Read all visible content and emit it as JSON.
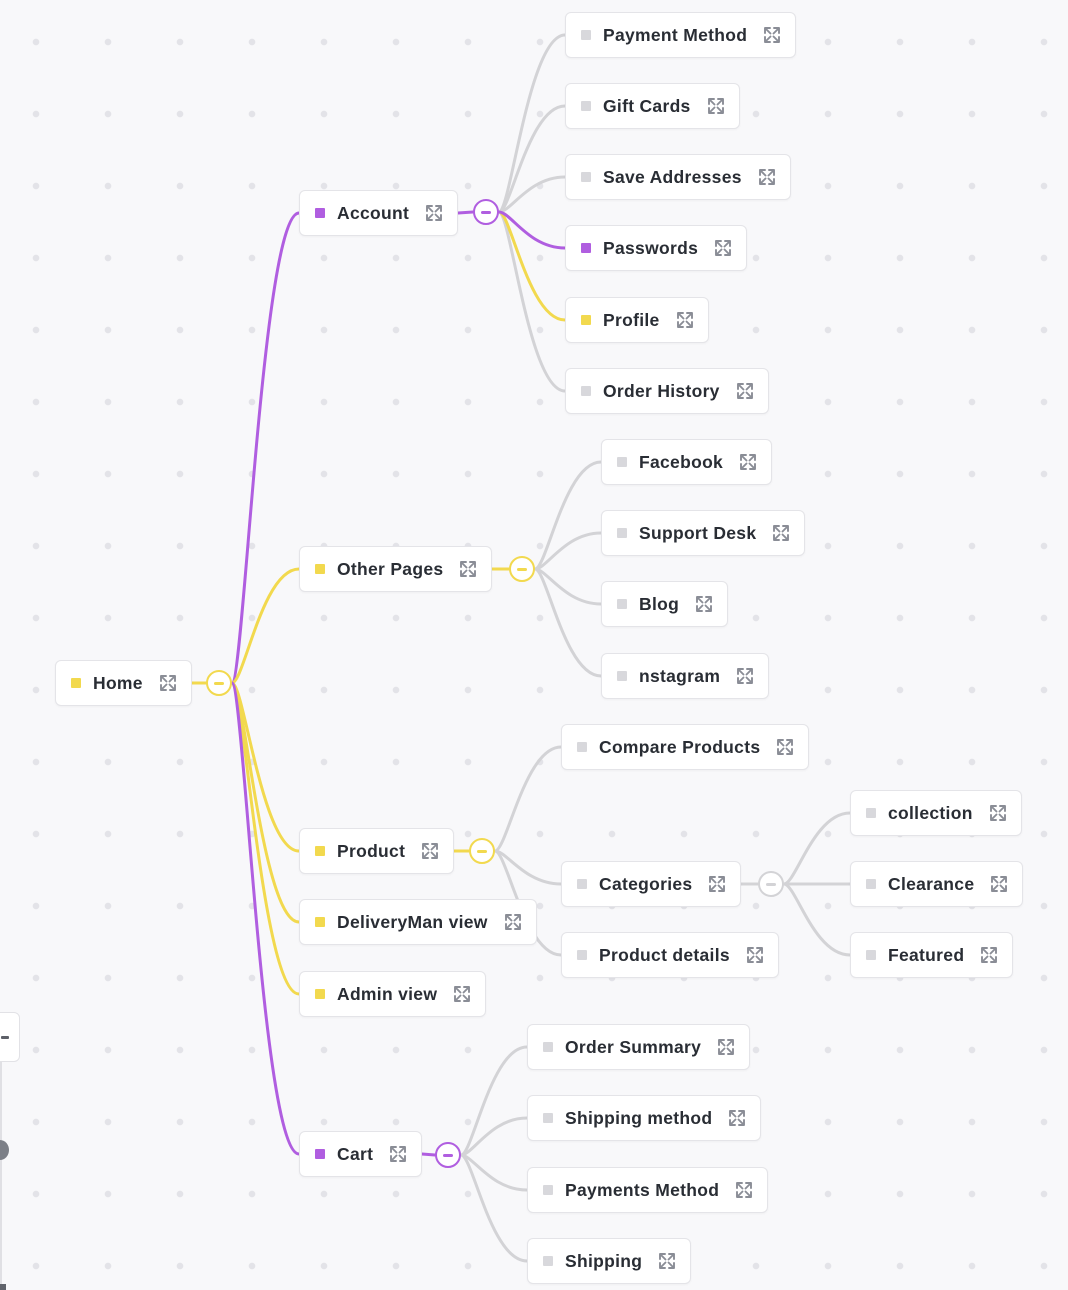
{
  "colors": {
    "purple": "#b05ee0",
    "yellow": "#f2d94e",
    "gray": "#d3d3d6",
    "expand_icon": "#8a8d96"
  },
  "icons": {
    "expand": "expand-arrows-icon",
    "collapse": "collapse-minus-icon"
  },
  "nodes": [
    {
      "id": "home",
      "label": "Home",
      "color": "yellow"
    },
    {
      "id": "account",
      "label": "Account",
      "color": "purple"
    },
    {
      "id": "payment-method",
      "label": "Payment Method",
      "color": "gray"
    },
    {
      "id": "gift-cards",
      "label": "Gift Cards",
      "color": "gray"
    },
    {
      "id": "save-addresses",
      "label": "Save Addresses",
      "color": "gray"
    },
    {
      "id": "passwords",
      "label": "Passwords",
      "color": "purple"
    },
    {
      "id": "profile",
      "label": "Profile",
      "color": "yellow"
    },
    {
      "id": "order-history",
      "label": "Order History",
      "color": "gray"
    },
    {
      "id": "other-pages",
      "label": "Other Pages",
      "color": "yellow"
    },
    {
      "id": "facebook",
      "label": "Facebook",
      "color": "gray"
    },
    {
      "id": "support-desk",
      "label": "Support Desk",
      "color": "gray"
    },
    {
      "id": "blog",
      "label": "Blog",
      "color": "gray"
    },
    {
      "id": "nstagram",
      "label": "nstagram",
      "color": "gray"
    },
    {
      "id": "product",
      "label": "Product",
      "color": "yellow"
    },
    {
      "id": "compare-products",
      "label": "Compare Products",
      "color": "gray"
    },
    {
      "id": "categories",
      "label": "Categories",
      "color": "gray"
    },
    {
      "id": "collection",
      "label": "collection",
      "color": "gray"
    },
    {
      "id": "clearance",
      "label": "Clearance",
      "color": "gray"
    },
    {
      "id": "featured",
      "label": "Featured",
      "color": "gray"
    },
    {
      "id": "product-details",
      "label": "Product details",
      "color": "gray"
    },
    {
      "id": "deliveryman-view",
      "label": "DeliveryMan view",
      "color": "yellow"
    },
    {
      "id": "admin-view",
      "label": "Admin view",
      "color": "yellow"
    },
    {
      "id": "cart",
      "label": "Cart",
      "color": "purple"
    },
    {
      "id": "order-summary",
      "label": "Order Summary",
      "color": "gray"
    },
    {
      "id": "shipping-method",
      "label": "Shipping method",
      "color": "gray"
    },
    {
      "id": "payments-method",
      "label": "Payments Method",
      "color": "gray"
    },
    {
      "id": "shipping",
      "label": "Shipping",
      "color": "gray"
    }
  ],
  "toggles": [
    {
      "id": "home",
      "color": "yellow"
    },
    {
      "id": "account",
      "color": "purple"
    },
    {
      "id": "other-pages",
      "color": "yellow"
    },
    {
      "id": "product",
      "color": "yellow"
    },
    {
      "id": "categories",
      "color": "gray"
    },
    {
      "id": "cart",
      "color": "purple"
    }
  ],
  "edges": [
    {
      "from": "home",
      "to": "account",
      "color": "purple"
    },
    {
      "from": "home",
      "to": "other-pages",
      "color": "yellow"
    },
    {
      "from": "home",
      "to": "product",
      "color": "yellow"
    },
    {
      "from": "home",
      "to": "deliveryman-view",
      "color": "yellow"
    },
    {
      "from": "home",
      "to": "admin-view",
      "color": "yellow"
    },
    {
      "from": "home",
      "to": "cart",
      "color": "purple"
    },
    {
      "from": "account",
      "to": "payment-method",
      "color": "gray"
    },
    {
      "from": "account",
      "to": "gift-cards",
      "color": "gray"
    },
    {
      "from": "account",
      "to": "save-addresses",
      "color": "gray"
    },
    {
      "from": "account",
      "to": "order-history",
      "color": "gray"
    },
    {
      "from": "account",
      "to": "profile",
      "color": "yellow"
    },
    {
      "from": "account",
      "to": "passwords",
      "color": "purple"
    },
    {
      "from": "other-pages",
      "to": "facebook",
      "color": "gray"
    },
    {
      "from": "other-pages",
      "to": "support-desk",
      "color": "gray"
    },
    {
      "from": "other-pages",
      "to": "blog",
      "color": "gray"
    },
    {
      "from": "other-pages",
      "to": "nstagram",
      "color": "gray"
    },
    {
      "from": "product",
      "to": "compare-products",
      "color": "gray"
    },
    {
      "from": "product",
      "to": "categories",
      "color": "gray"
    },
    {
      "from": "product",
      "to": "product-details",
      "color": "gray"
    },
    {
      "from": "categories",
      "to": "collection",
      "color": "gray"
    },
    {
      "from": "categories",
      "to": "clearance",
      "color": "gray"
    },
    {
      "from": "categories",
      "to": "featured",
      "color": "gray"
    },
    {
      "from": "cart",
      "to": "order-summary",
      "color": "gray"
    },
    {
      "from": "cart",
      "to": "shipping-method",
      "color": "gray"
    },
    {
      "from": "cart",
      "to": "payments-method",
      "color": "gray"
    },
    {
      "from": "cart",
      "to": "shipping",
      "color": "gray"
    }
  ]
}
